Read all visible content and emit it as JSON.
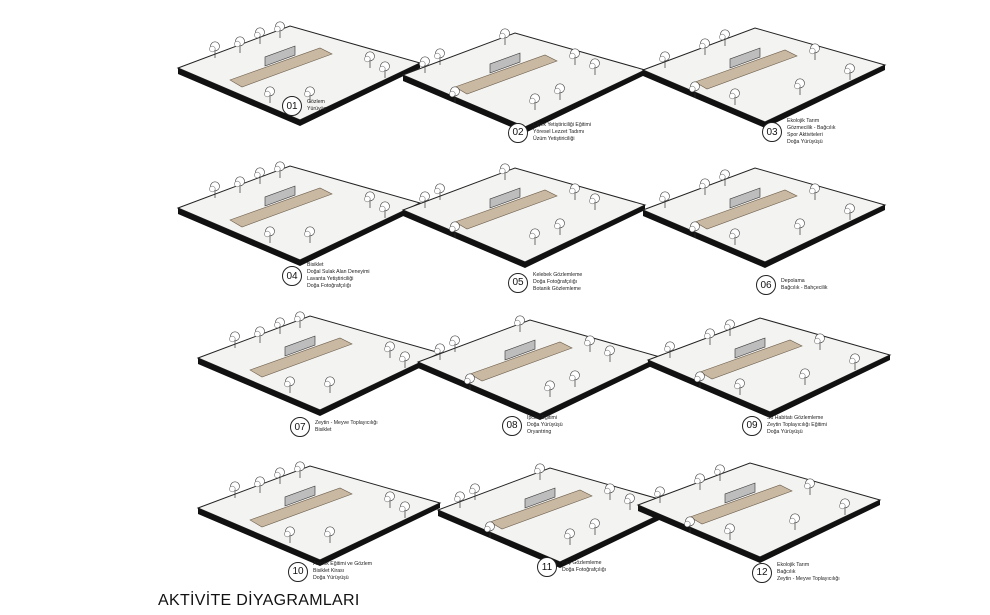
{
  "page_title": "AKTİVİTE DİYAGRAMLARI",
  "diagrams": [
    {
      "number": "01",
      "lines": [
        "Gözlem",
        "Yürüyüş"
      ]
    },
    {
      "number": "02",
      "lines": [
        "Çiçek Yetiştiriciliği Eğitimi",
        "Yöresel Lezzet Tadımı",
        "Üzüm Yetiştiriciliği"
      ]
    },
    {
      "number": "03",
      "lines": [
        "Ekolojik Tarım",
        "Gözmecilik - Bağcılık",
        "Spor Aktiviteleri",
        "Doğa Yürüyüşü"
      ]
    },
    {
      "number": "04",
      "lines": [
        "Bisiklet",
        "Doğal Sulak Alan Deneyimi",
        "Lavanta Yetiştiriciliği",
        "Doğa Fotoğrafçılığı"
      ]
    },
    {
      "number": "05",
      "lines": [
        "Kelebek Gözlemleme",
        "Doğa Fotoğrafçılığı",
        "Botanik Gözlemleme"
      ]
    },
    {
      "number": "06",
      "lines": [
        "Depolama",
        "Bağcılık - Bahçecilik"
      ]
    },
    {
      "number": "07",
      "lines": [
        "Zeytin - Meyve Toplayıcılığı",
        "Bisiklet"
      ]
    },
    {
      "number": "08",
      "lines": [
        "İpcilik Eğitimi",
        "Doğa Yürüyüşü",
        "Oryantring"
      ]
    },
    {
      "number": "09",
      "lines": [
        "Su Habitatı Gözlemleme",
        "Zeytin Toplayıcılığı Eğitimi",
        "Doğa Yürüyüşü"
      ]
    },
    {
      "number": "10",
      "lines": [
        "Arıcılık Eğitimi ve Gözlem",
        "Bisiklet Kirası",
        "Doğa Yürüyüşü"
      ]
    },
    {
      "number": "11",
      "lines": [
        "Kuş Gözlemleme",
        "Doğa Fotoğrafçılığı"
      ]
    },
    {
      "number": "12",
      "lines": [
        "Ekolojik Tarım",
        "Bağcılık",
        "Zeytin - Meyve Toplayıcılığı"
      ]
    }
  ]
}
